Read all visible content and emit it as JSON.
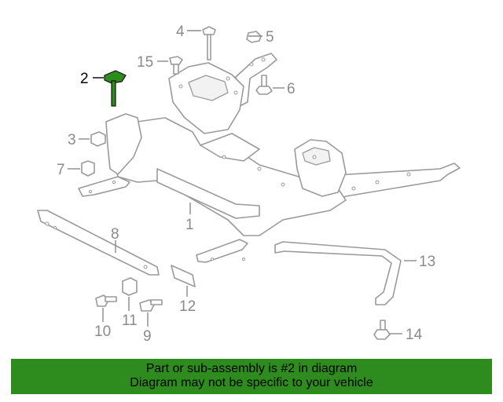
{
  "callouts": {
    "c1": "1",
    "c2": "2",
    "c3": "3",
    "c4": "4",
    "c5": "5",
    "c6": "6",
    "c7": "7",
    "c8": "8",
    "c9": "9",
    "c10": "10",
    "c11": "11",
    "c12": "12",
    "c13": "13",
    "c14": "14",
    "c15": "15"
  },
  "highlight_color": "#2e8b1e",
  "banner": {
    "line1": "Part or sub-assembly is #2 in diagram",
    "line2": "Diagram may not be specific to your vehicle"
  }
}
